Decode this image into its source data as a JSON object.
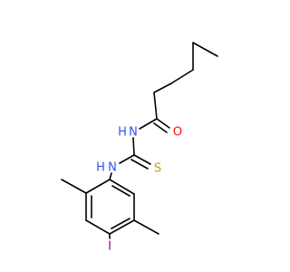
{
  "molecule": {
    "atoms": {
      "oxygen": {
        "symbol": "O",
        "color": "#ff0d0d"
      },
      "amide_nitrogen": {
        "symbol": "N",
        "color": "#3050f8"
      },
      "thio_nitrogen": {
        "symbol": "N",
        "color": "#3050f8"
      },
      "thio_nitrogen_h": {
        "symbol": "H",
        "color": "#3050f8"
      },
      "amide_nitrogen_h": {
        "symbol": "H",
        "color": "#3050f8"
      },
      "sulfur": {
        "symbol": "S",
        "color": "#c8a000"
      },
      "iodine": {
        "symbol": "I",
        "color": "#940094"
      }
    },
    "bond_color": "#000000"
  }
}
